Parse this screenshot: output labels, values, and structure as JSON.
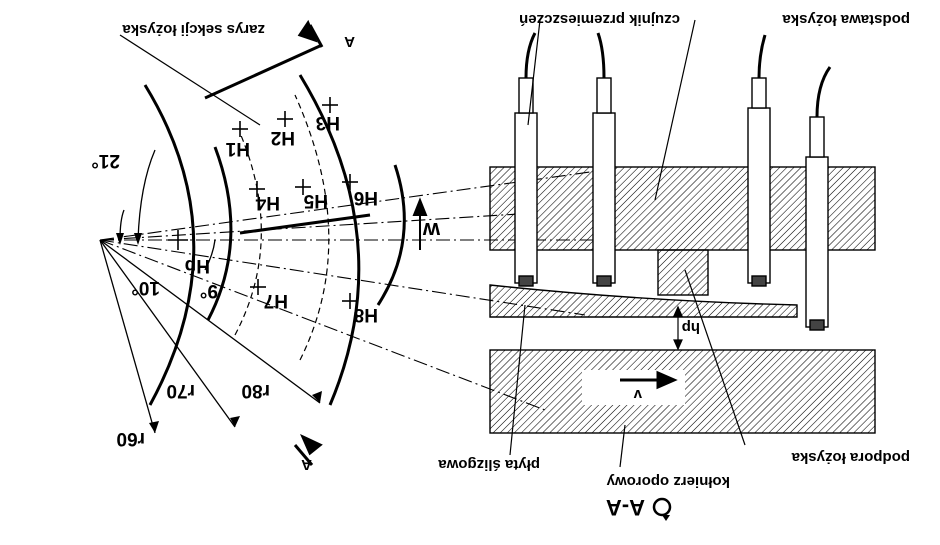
{
  "colors": {
    "ink": "#000000",
    "paper": "#ffffff",
    "hatch": "#000000"
  },
  "labels": {
    "zarys_sekcji": "zarys sekcji łożyska",
    "czujnik": "czujnik przemieszczeń",
    "podstawa": "podstawa łożyska",
    "plyta": "płyta ślizgowa",
    "podpora": "podpora łożyska",
    "kolnierz": "kołnierz oporowy",
    "section_title": "A-A",
    "section_marker_top": "A",
    "section_marker_bottom": "A",
    "direction_w": "w",
    "velocity": "v",
    "gap_hp": "hp"
  },
  "points": {
    "h1": "H1",
    "h2": "H2",
    "h3": "H3",
    "h4": "H4",
    "h5": "H5",
    "h6": "H6",
    "h7": "H7",
    "h8": "H8",
    "hp": "Hp"
  },
  "dimensions": {
    "angle_21": "21°",
    "angle_10": "10°",
    "angle_9": "9°",
    "r60": "r60",
    "r70": "r70",
    "r80": "r80"
  },
  "icons": {
    "rotation": "rotation-arrow-icon"
  }
}
